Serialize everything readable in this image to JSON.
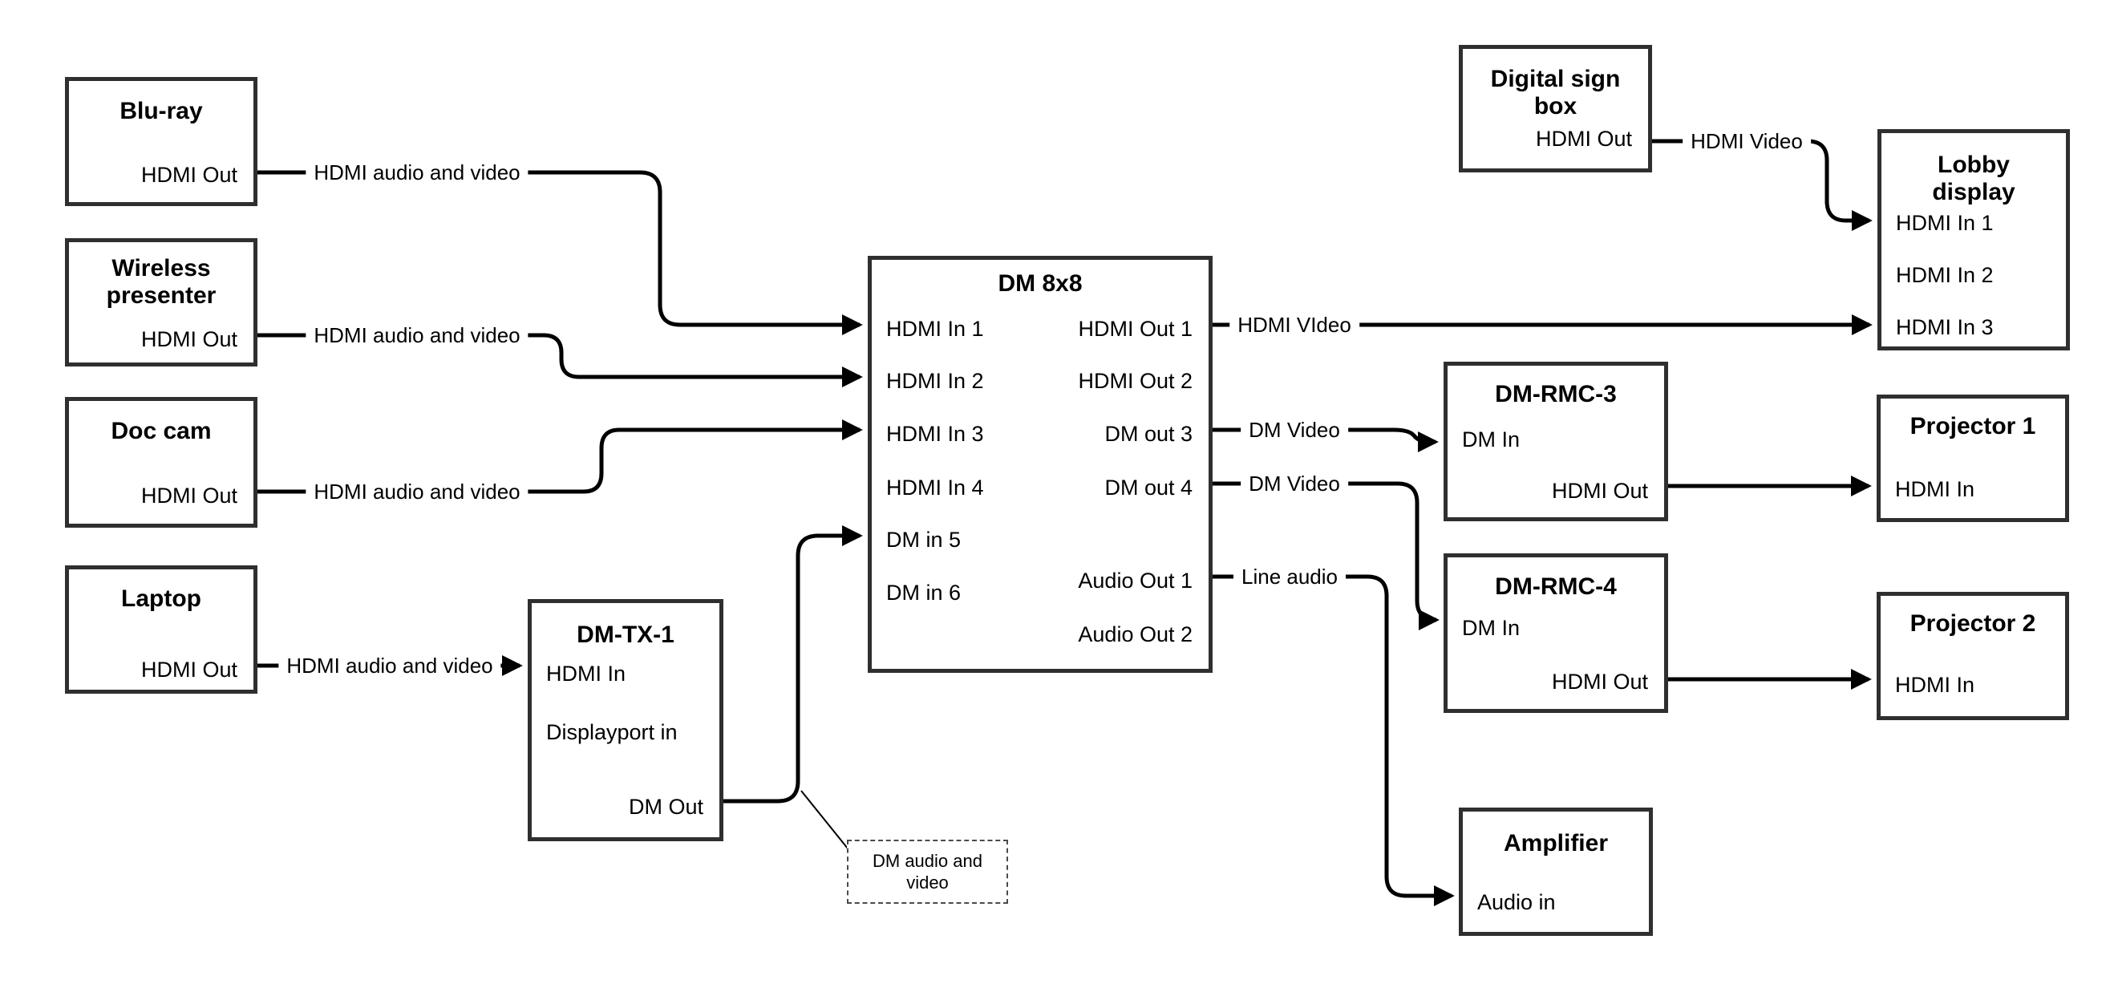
{
  "devices": {
    "bluray": {
      "title": "Blu-ray",
      "port_hdmi_out": "HDMI Out"
    },
    "wireless": {
      "title": "Wireless presenter",
      "port_hdmi_out": "HDMI Out"
    },
    "doc_cam": {
      "title": "Doc cam",
      "port_hdmi_out": "HDMI Out"
    },
    "laptop": {
      "title": "Laptop",
      "port_hdmi_out": "HDMI Out"
    },
    "dm_tx_1": {
      "title": "DM-TX-1",
      "port_hdmi_in": "HDMI In",
      "port_displayport_in": "Displayport in",
      "port_dm_out": "DM Out"
    },
    "dm_8x8": {
      "title": "DM 8x8",
      "inputs": [
        "HDMI In 1",
        "HDMI In 2",
        "HDMI In 3",
        "HDMI In 4",
        "DM in 5",
        "DM in 6"
      ],
      "outputs": [
        "HDMI Out 1",
        "HDMI Out 2",
        "DM out 3",
        "DM out 4",
        "Audio Out 1",
        "Audio Out 2"
      ]
    },
    "digital_sign": {
      "title": "Digital sign box",
      "port_hdmi_out": "HDMI Out"
    },
    "lobby_display": {
      "title": "Lobby display",
      "inputs": [
        "HDMI In 1",
        "HDMI In 2",
        "HDMI In 3"
      ]
    },
    "dm_rmc_3": {
      "title": "DM-RMC-3",
      "port_dm_in": "DM In",
      "port_hdmi_out": "HDMI Out"
    },
    "projector_1": {
      "title": "Projector 1",
      "port_hdmi_in": "HDMI In"
    },
    "dm_rmc_4": {
      "title": "DM-RMC-4",
      "port_dm_in": "DM In",
      "port_hdmi_out": "HDMI Out"
    },
    "projector_2": {
      "title": "Projector 2",
      "port_hdmi_in": "HDMI In"
    },
    "amplifier": {
      "title": "Amplifier",
      "port_audio_in": "Audio in"
    }
  },
  "connection_labels": {
    "bluray_to_dm8x8": "HDMI audio and video",
    "wireless_to_dm8x8": "HDMI audio and video",
    "doccam_to_dm8x8": "HDMI audio and video",
    "laptop_to_dmtx1": "HDMI audio and video",
    "out1_to_lobby": "HDMI VIdeo",
    "out3_to_rmc3": "DM Video",
    "out4_to_rmc4": "DM Video",
    "audio1_to_amp": "Line audio",
    "sign_to_lobby": "HDMI Video"
  },
  "annotation": {
    "dm_audio_video": "DM audio and video"
  }
}
